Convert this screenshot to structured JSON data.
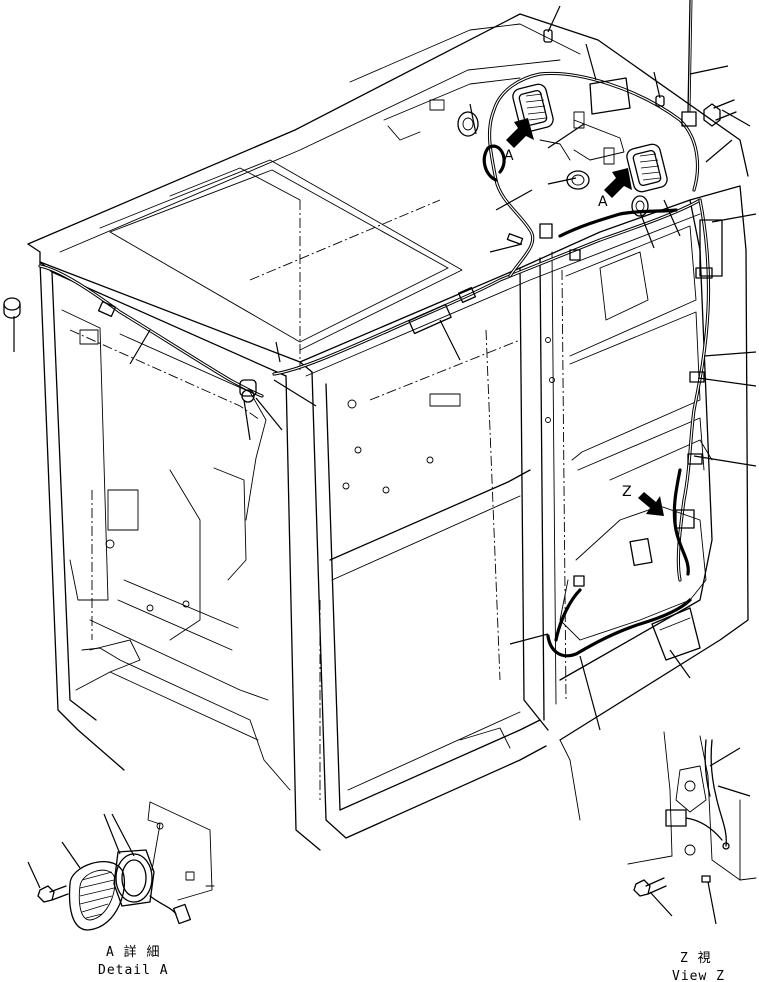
{
  "markers": {
    "detail_a_1": "A",
    "detail_a_2": "A",
    "view_z": "Z"
  },
  "captions": {
    "detail_a_jp": "A 詳 細",
    "detail_a_en": "Detail A",
    "view_z_jp": "Z 視",
    "view_z_en": "View Z"
  }
}
